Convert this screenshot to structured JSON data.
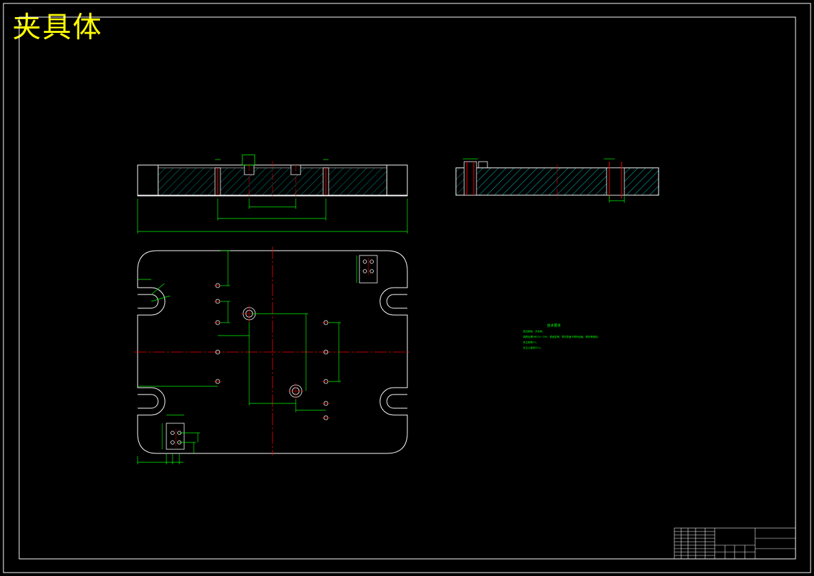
{
  "drawing": {
    "title": "夹具体",
    "notes_heading": "技术要求",
    "notes": [
      "锐边倒钝，去毛刺。",
      "调质处理HB220~250，表面发黑，零件表面不得有划痕、擦伤等缺陷。",
      "未注倒角C1。",
      "未注公差按IT12。"
    ]
  },
  "colors": {
    "background": "#000000",
    "frame": "#ffffff",
    "outline": "#ffffff",
    "hatch": "#00aaaa",
    "centerline": "#ff0000",
    "dimension": "#00ff00",
    "title_text": "#ffff00"
  }
}
